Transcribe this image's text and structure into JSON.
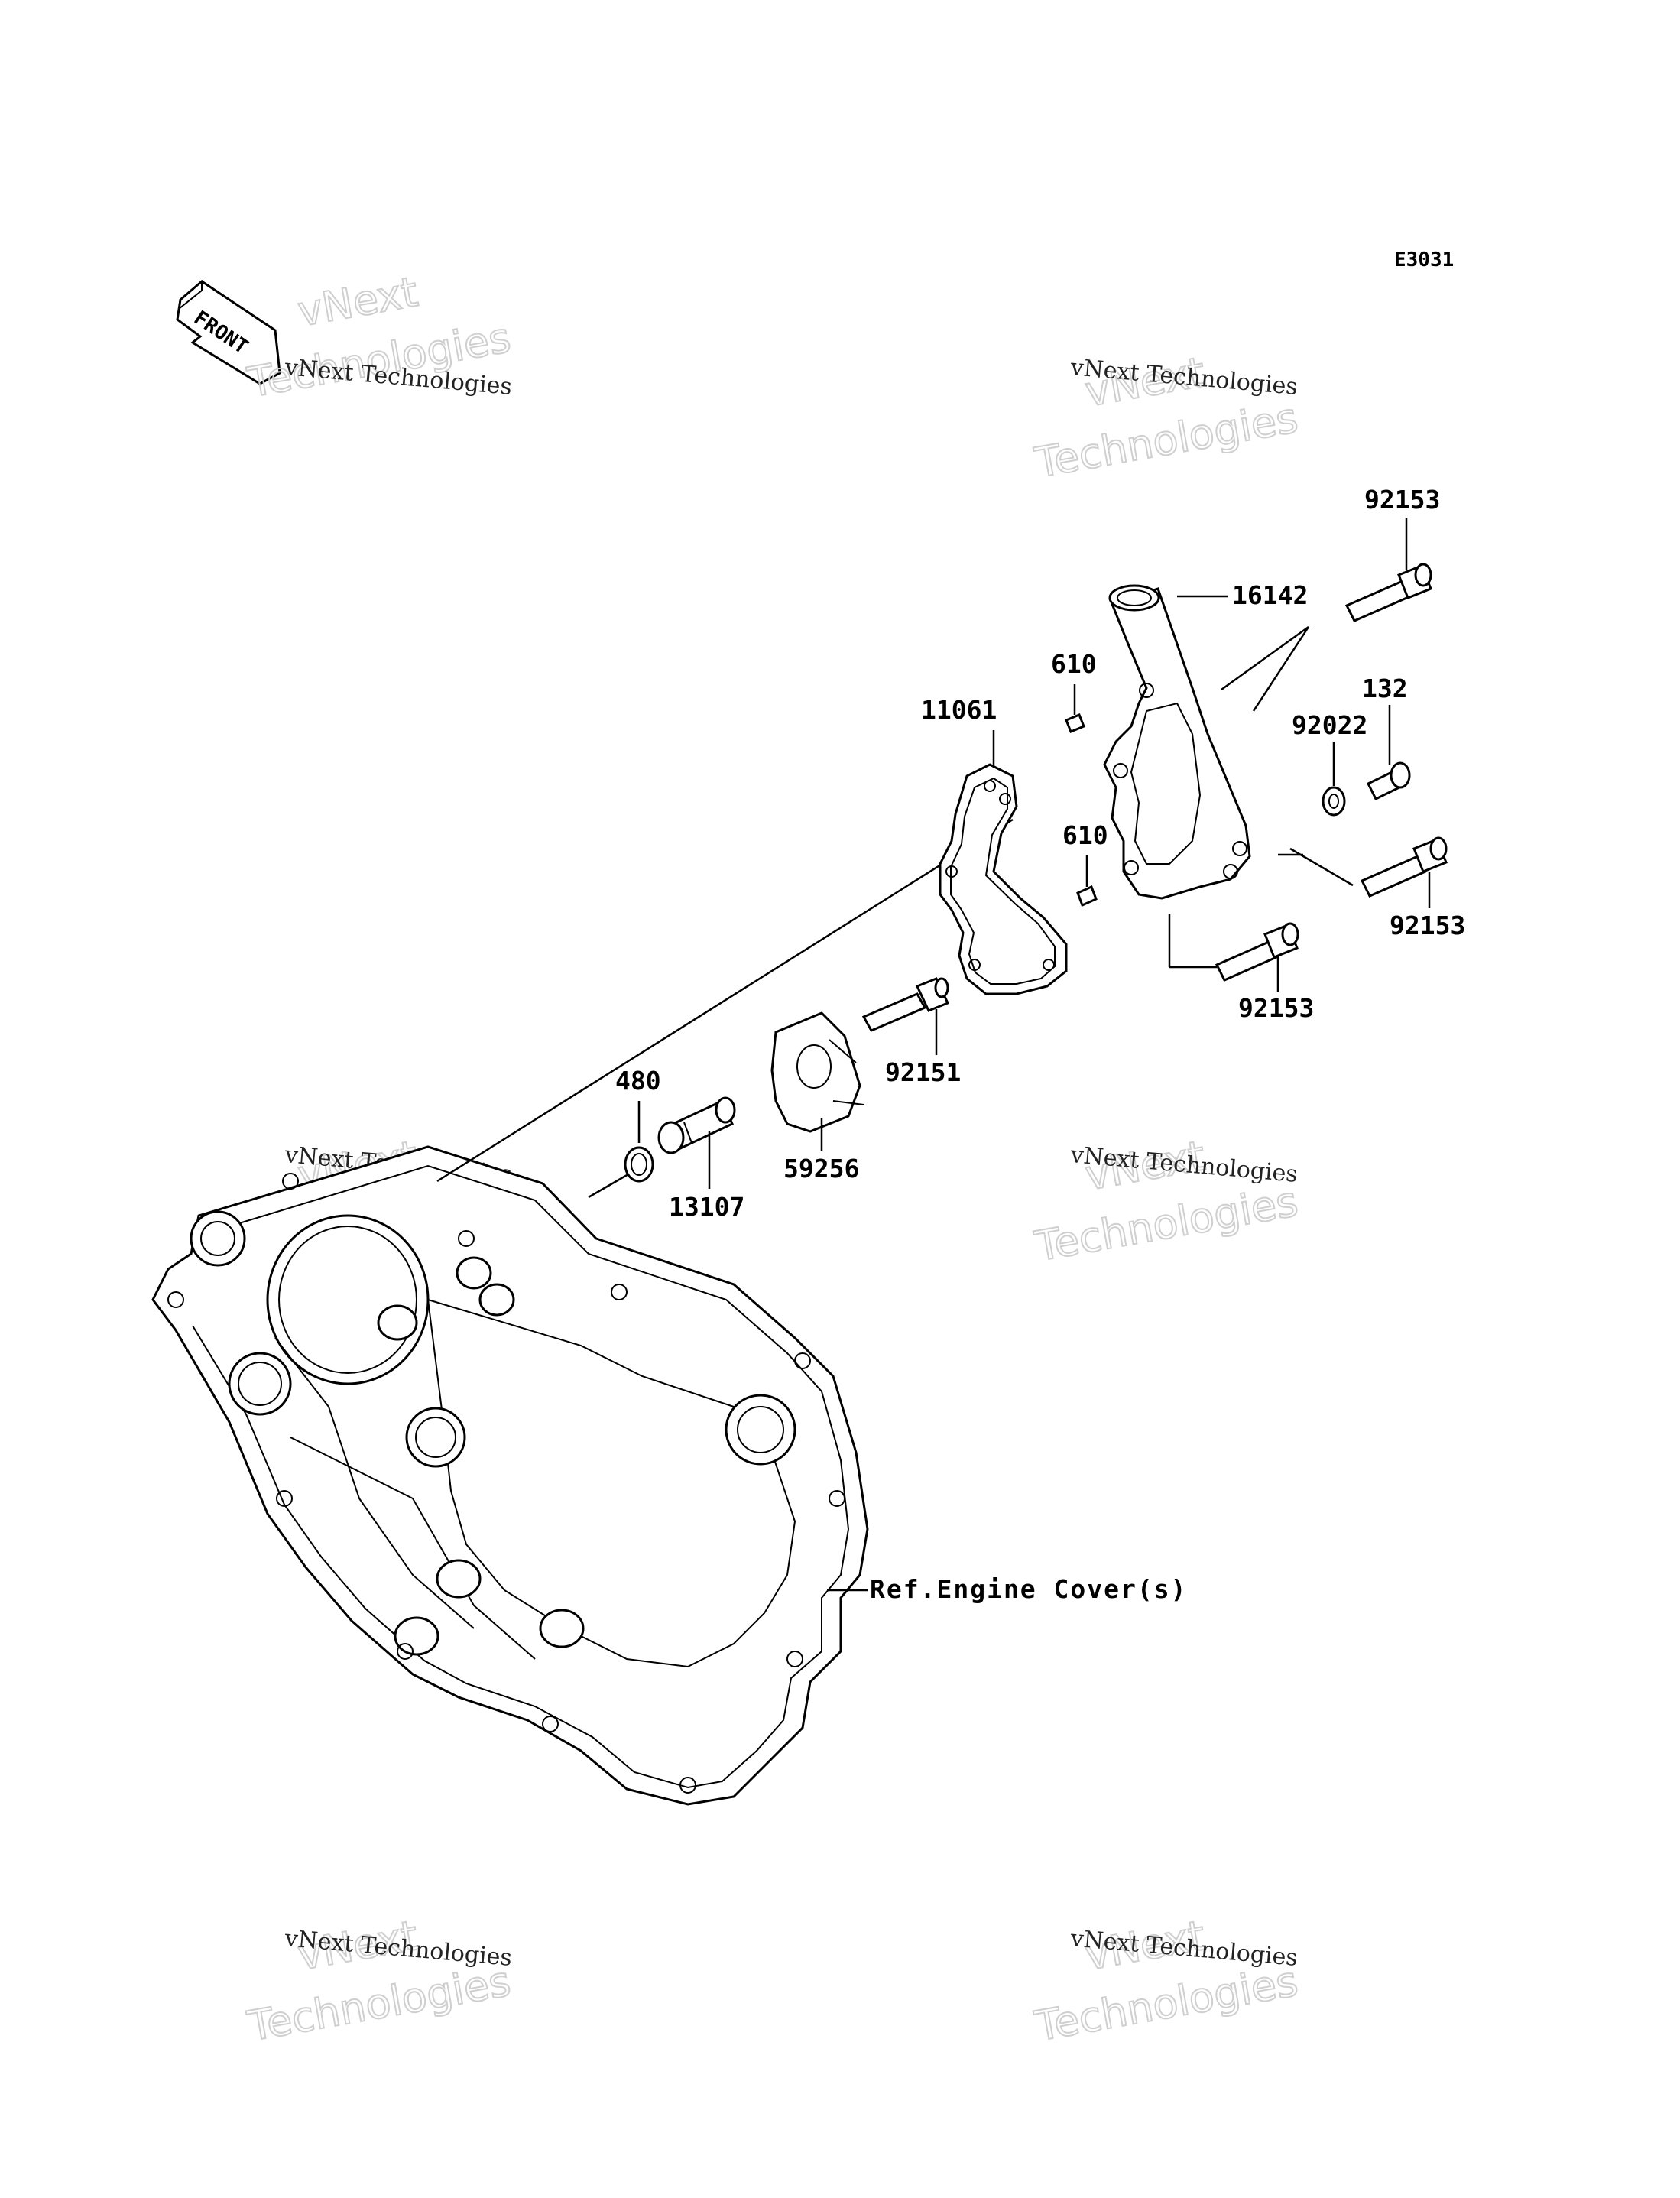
{
  "diagram_code": "E3031",
  "front_label": "FRONT",
  "reference_label": "Ref.Engine Cover(s)",
  "watermark": {
    "line1": "vNext Technologies",
    "line2": "vNext",
    "line3": "Technologies"
  },
  "parts": [
    {
      "id": "p92153a",
      "number": "92153"
    },
    {
      "id": "p16142",
      "number": "16142"
    },
    {
      "id": "p610a",
      "number": "610"
    },
    {
      "id": "p132",
      "number": "132"
    },
    {
      "id": "p92022",
      "number": "92022"
    },
    {
      "id": "p11061",
      "number": "11061"
    },
    {
      "id": "p610b",
      "number": "610"
    },
    {
      "id": "p92153b",
      "number": "92153"
    },
    {
      "id": "p92153c",
      "number": "92153"
    },
    {
      "id": "p92151",
      "number": "92151"
    },
    {
      "id": "p480",
      "number": "480"
    },
    {
      "id": "p59256",
      "number": "59256"
    },
    {
      "id": "p13107",
      "number": "13107"
    }
  ]
}
